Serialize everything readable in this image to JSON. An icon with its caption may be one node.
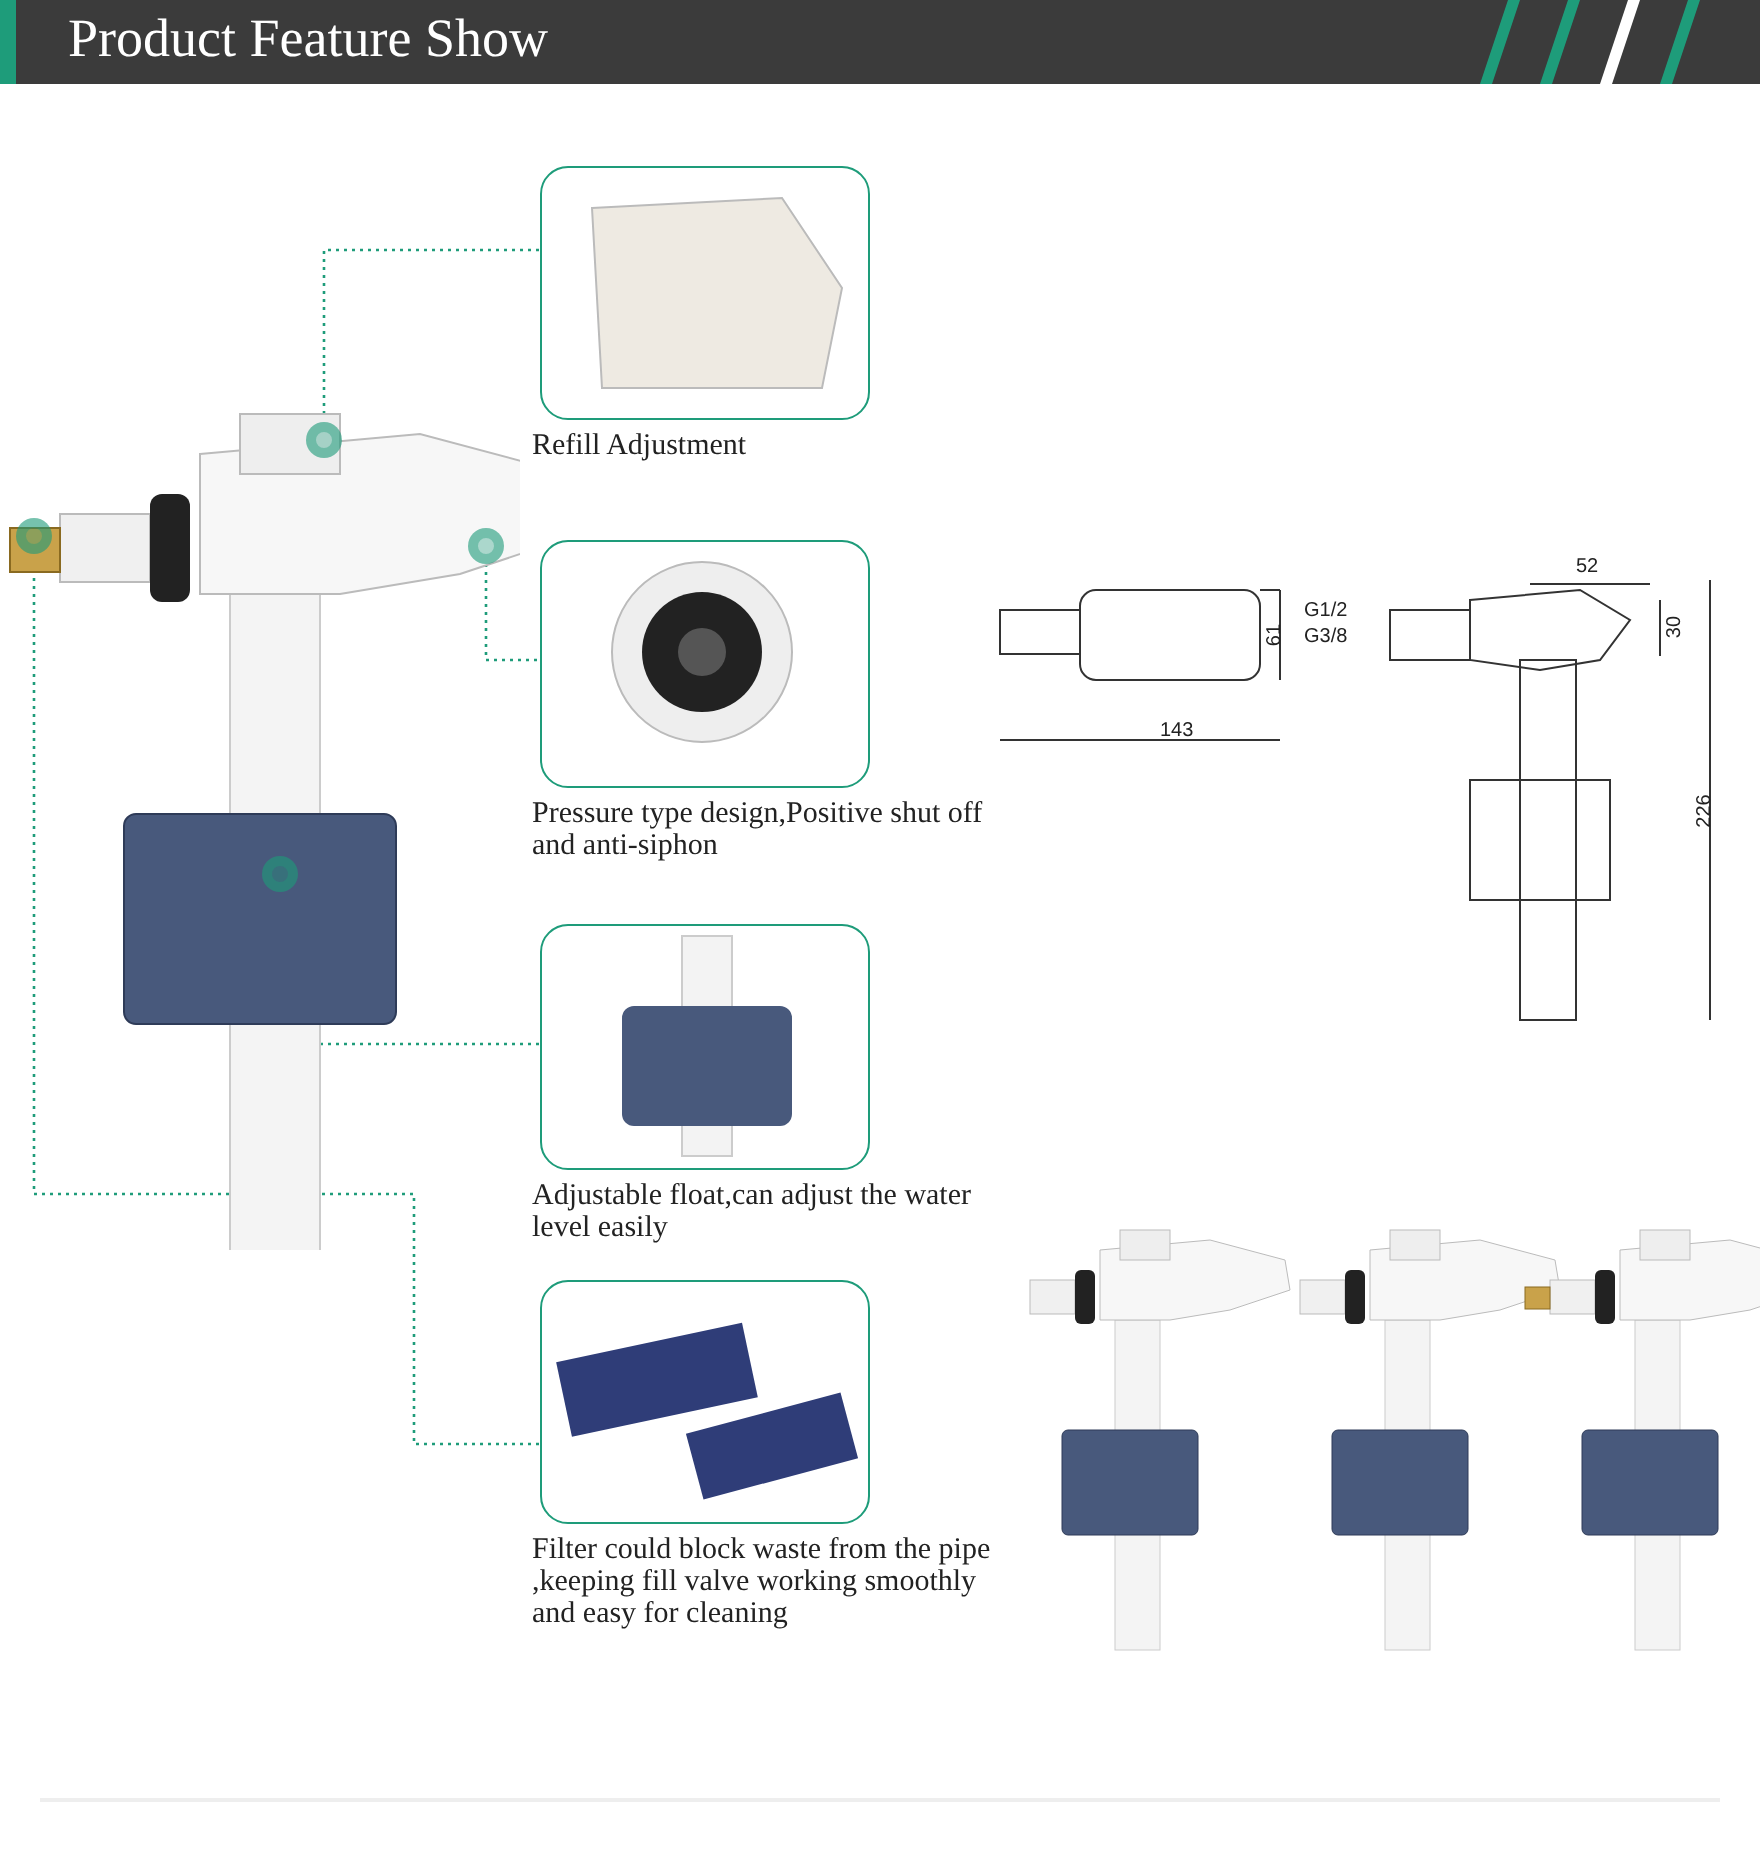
{
  "diagram": {
    "title": "Product Feature Show",
    "nodes": [
      {
        "text": [],
        "shape": "picture"
      },
      {
        "text": [],
        "shape": "circle",
        "in": 0
      },
      {
        "text": [],
        "shape": "circle",
        "in": 0
      },
      {
        "text": [],
        "shape": "circle",
        "in": 0
      },
      {
        "text": [],
        "shape": "circle",
        "in": 0
      },
      {
        "text": [
          "Refill Adjustment"
        ]
      },
      {
        "text": [
          "Pressure type design,Positive shut off and anti-siphon"
        ]
      },
      {
        "text": [
          "Adjustable float,can adjust the water level easily"
        ]
      },
      {
        "text": [
          "Filter could block waste from the pipe ,keeping fill valve working smoothly and easy for cleaning"
        ]
      }
    ],
    "edges": [
      {
        "from": 1,
        "to": 5,
        "arrow": "none",
        "style": "dashed"
      },
      {
        "from": 3,
        "to": 6,
        "arrow": "none",
        "style": "dashed"
      },
      {
        "from": 4,
        "to": 7,
        "arrow": "none",
        "style": "dashed"
      },
      {
        "from": 2,
        "to": 8,
        "arrow": "none",
        "style": "dashed"
      }
    ],
    "labels": [
      "52",
      "G1/2",
      "G3/8",
      "61",
      "30",
      "143",
      "226"
    ]
  }
}
